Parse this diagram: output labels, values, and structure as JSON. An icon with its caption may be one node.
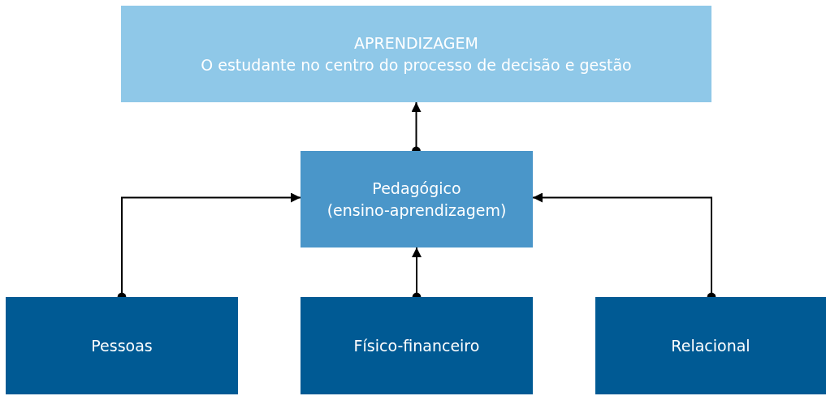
{
  "diagram": {
    "nodes": [
      {
        "text": [
          "APRENDIZAGEM",
          "O estudante no centro do processo de decisão e gestão"
        ]
      },
      {
        "text": [
          "Pedagógico (ensino-aprendizagem)"
        ]
      },
      {
        "text": [
          "Pessoas"
        ]
      },
      {
        "text": [
          "Físico-financeiro"
        ]
      },
      {
        "text": [
          "Relacional"
        ]
      }
    ],
    "edges": [
      {
        "from": 1,
        "to": 0,
        "arrow": "to"
      },
      {
        "from": 2,
        "to": 1,
        "arrow": "to"
      },
      {
        "from": 3,
        "to": 1,
        "arrow": "to"
      },
      {
        "from": 4,
        "to": 1,
        "arrow": "to"
      }
    ]
  }
}
